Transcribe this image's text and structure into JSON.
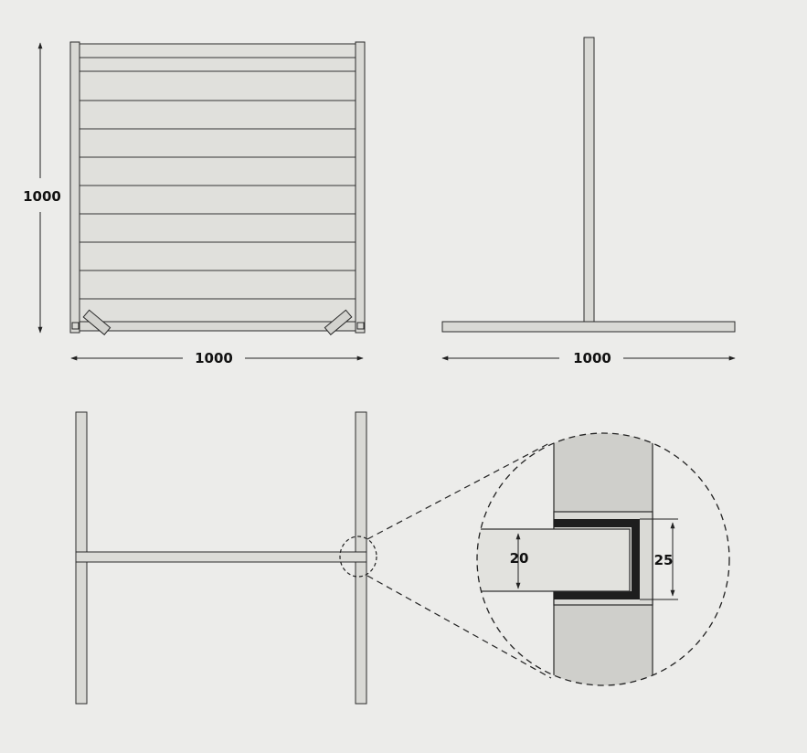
{
  "front_view": {
    "height_label": "1000",
    "width_label": "1000"
  },
  "side_view": {
    "width_label": "1000"
  },
  "detail_view": {
    "inner_thickness_label": "20",
    "channel_height_label": "25"
  },
  "colors": {
    "background": "#ececea",
    "panel_fill": "#e0e0dc",
    "frame_fill": "#d9d9d5",
    "detail_fill": "#cfcfcb",
    "line": "#2a2a2a",
    "channel": "#1e1e1e"
  }
}
